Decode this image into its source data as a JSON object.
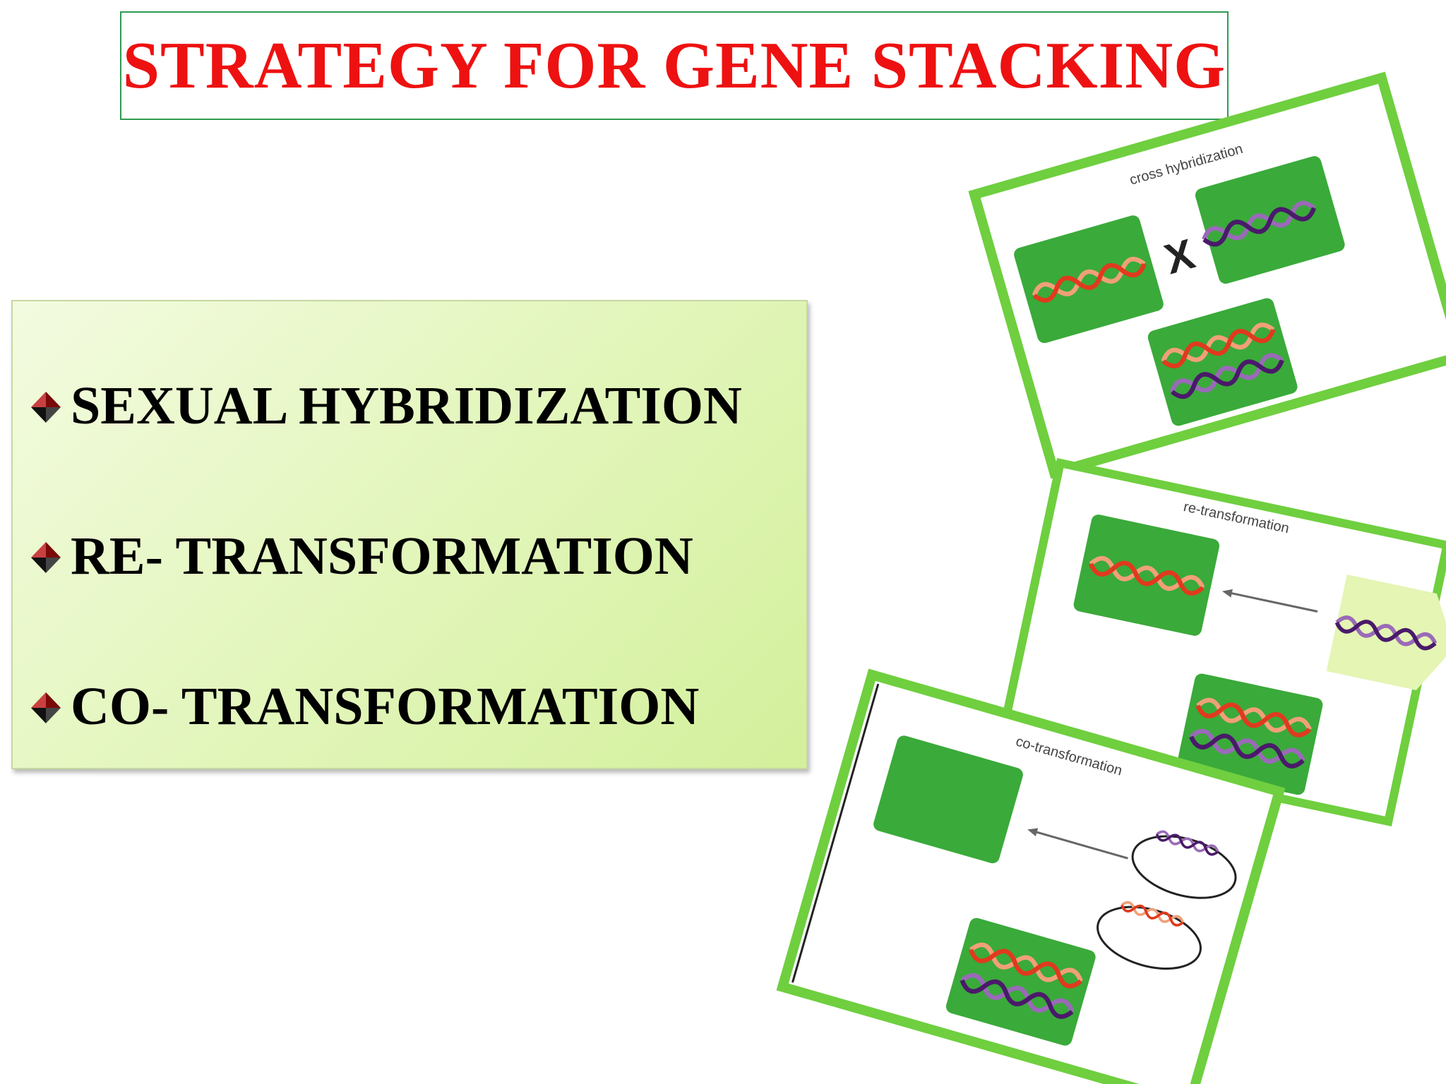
{
  "title": "STRATEGY FOR GENE STACKING",
  "strategies": [
    {
      "label": "SEXUAL HYBRIDIZATION"
    },
    {
      "label": "RE- TRANSFORMATION"
    },
    {
      "label": "CO- TRANSFORMATION"
    }
  ],
  "panels": {
    "cross": {
      "title": "cross hybridization",
      "cross_mark": "X"
    },
    "retransformation": {
      "title": "re-transformation"
    },
    "cotransformation": {
      "title": "co-transformation"
    }
  },
  "colors": {
    "title": "#ee1111",
    "panel_border": "#6fcf3f",
    "cell_green": "#3aaa3a",
    "gene_red": "#e03a1e",
    "gene_orange": "#f0a078",
    "gene_purple": "#6a2a8a",
    "gene_violet": "#9a6ab8"
  }
}
